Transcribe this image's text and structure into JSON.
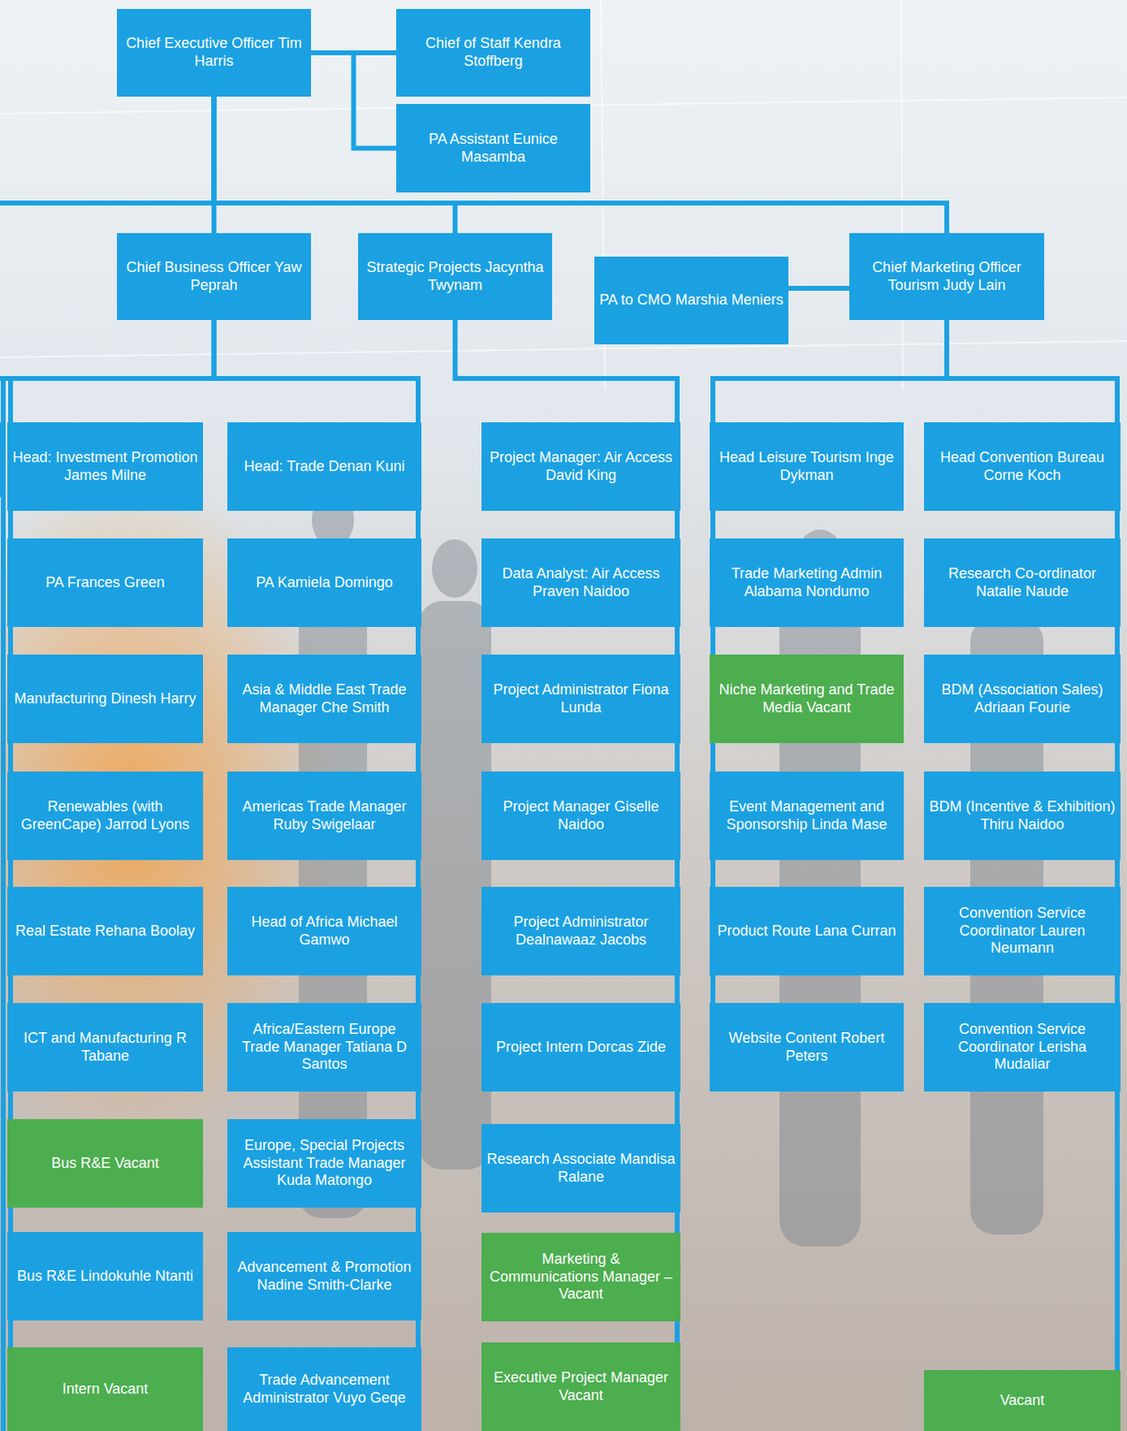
{
  "diagram": {
    "nodes": [
      {
        "text": [
          "Chief Executive Officer Tim Harris"
        ]
      },
      {
        "text": [
          "Chief of Staff Kendra Stoffberg"
        ]
      },
      {
        "text": [
          "PA Assistant Eunice Masamba"
        ]
      },
      {
        "text": [
          "Chief Business Officer Yaw Peprah"
        ]
      },
      {
        "text": [
          "Strategic Projects Jacyntha Twynam"
        ]
      },
      {
        "text": [
          "PA to CMO Marshia Meniers"
        ]
      },
      {
        "text": [
          "Chief Marketing Officer Tourism Judy Lain"
        ]
      },
      {
        "text": [
          "Head: Investment Promotion James Milne"
        ]
      },
      {
        "text": [
          "PA Frances Green"
        ]
      },
      {
        "text": [
          "Manufacturing Dinesh Harry"
        ]
      },
      {
        "text": [
          "Renewables (with GreenCape) Jarrod Lyons"
        ]
      },
      {
        "text": [
          "Real Estate Rehana Boolay"
        ]
      },
      {
        "text": [
          "ICT and Manufacturing R Tabane"
        ]
      },
      {
        "text": [
          "Bus R&E Vacant"
        ]
      },
      {
        "text": [
          "Bus R&E Lindokuhle Ntanti"
        ]
      },
      {
        "text": [
          "Intern Vacant"
        ]
      },
      {
        "text": [
          "Head: Trade Denan Kuni"
        ]
      },
      {
        "text": [
          "PA Kamiela Domingo"
        ]
      },
      {
        "text": [
          "Asia & Middle East Trade Manager Che Smith"
        ]
      },
      {
        "text": [
          "Americas Trade Manager Ruby Swigelaar"
        ]
      },
      {
        "text": [
          "Head of Africa Michael Gamwo"
        ]
      },
      {
        "text": [
          "Africa/Eastern Europe Trade Manager Tatiana D Santos"
        ]
      },
      {
        "text": [
          "Europe, Special Projects Assistant Trade Manager Kuda Matongo"
        ]
      },
      {
        "text": [
          "Advancement & Promotion Nadine Smith-Clarke"
        ]
      },
      {
        "text": [
          "Trade Advancement Administrator Vuyo Geqe"
        ]
      },
      {
        "text": [
          "Project Manager: Air Access David King"
        ]
      },
      {
        "text": [
          "Data Analyst: Air Access Praven Naidoo"
        ]
      },
      {
        "text": [
          "Project Administrator Fiona Lunda"
        ]
      },
      {
        "text": [
          "Project Manager Giselle Naidoo"
        ]
      },
      {
        "text": [
          "Project Administrator Dealnawaaz Jacobs"
        ]
      },
      {
        "text": [
          "Project Intern Dorcas Zide"
        ]
      },
      {
        "text": [
          "Research Associate Mandisa Ralane"
        ]
      },
      {
        "text": [
          "Marketing & Communications Manager – Vacant"
        ]
      },
      {
        "text": [
          "Executive Project Manager Vacant"
        ]
      },
      {
        "text": [
          "Head Leisure Tourism Inge Dykman"
        ]
      },
      {
        "text": [
          "Trade Marketing Admin Alabama Nondumo"
        ]
      },
      {
        "text": [
          "Niche Marketing and Trade Media Vacant"
        ]
      },
      {
        "text": [
          "Event Management and Sponsorship Linda Mase"
        ]
      },
      {
        "text": [
          "Product Route Lana Curran"
        ]
      },
      {
        "text": [
          "Website Content Robert Peters"
        ]
      },
      {
        "text": [
          "Head Convention Bureau Corne Koch"
        ]
      },
      {
        "text": [
          "Research Co-ordinator Natalie Naude"
        ]
      },
      {
        "text": [
          "BDM (Association Sales) Adriaan Fourie"
        ]
      },
      {
        "text": [
          "BDM (Incentive & Exhibition) Thiru Naidoo"
        ]
      },
      {
        "text": [
          "Convention Service Coordinator Lauren Neumann"
        ]
      },
      {
        "text": [
          "Convention Service Coordinator Lerisha Mudaliar"
        ]
      },
      {
        "text": [
          "Vacant"
        ]
      }
    ],
    "edges": [
      {
        "from": 0,
        "to": 1,
        "arrow": "none"
      },
      {
        "from": 0,
        "to": 2,
        "arrow": "none"
      },
      {
        "from": 0,
        "to": 3,
        "arrow": "none"
      },
      {
        "from": 0,
        "to": 4,
        "arrow": "none"
      },
      {
        "from": 0,
        "to": 6,
        "arrow": "none"
      },
      {
        "from": 6,
        "to": 5,
        "arrow": "none"
      },
      {
        "from": 3,
        "to": 7,
        "arrow": "none"
      },
      {
        "from": 3,
        "to": 16,
        "arrow": "none"
      },
      {
        "from": 4,
        "to": 25,
        "arrow": "none"
      },
      {
        "from": 6,
        "to": 34,
        "arrow": "none"
      },
      {
        "from": 6,
        "to": 40,
        "arrow": "none"
      },
      {
        "from": 7,
        "to": 8,
        "arrow": "none"
      },
      {
        "from": 7,
        "to": 9,
        "arrow": "none"
      },
      {
        "from": 7,
        "to": 10,
        "arrow": "none"
      },
      {
        "from": 7,
        "to": 11,
        "arrow": "none"
      },
      {
        "from": 7,
        "to": 12,
        "arrow": "none"
      },
      {
        "from": 7,
        "to": 13,
        "arrow": "none"
      },
      {
        "from": 7,
        "to": 14,
        "arrow": "none"
      },
      {
        "from": 7,
        "to": 15,
        "arrow": "none"
      },
      {
        "from": 16,
        "to": 17,
        "arrow": "none"
      },
      {
        "from": 16,
        "to": 18,
        "arrow": "none"
      },
      {
        "from": 16,
        "to": 19,
        "arrow": "none"
      },
      {
        "from": 16,
        "to": 20,
        "arrow": "none"
      },
      {
        "from": 16,
        "to": 21,
        "arrow": "none"
      },
      {
        "from": 16,
        "to": 22,
        "arrow": "none"
      },
      {
        "from": 16,
        "to": 23,
        "arrow": "none"
      },
      {
        "from": 16,
        "to": 24,
        "arrow": "none"
      },
      {
        "from": 25,
        "to": 26,
        "arrow": "none"
      },
      {
        "from": 25,
        "to": 27,
        "arrow": "none"
      },
      {
        "from": 25,
        "to": 28,
        "arrow": "none"
      },
      {
        "from": 25,
        "to": 29,
        "arrow": "none"
      },
      {
        "from": 25,
        "to": 30,
        "arrow": "none"
      },
      {
        "from": 25,
        "to": 31,
        "arrow": "none"
      },
      {
        "from": 25,
        "to": 32,
        "arrow": "none"
      },
      {
        "from": 25,
        "to": 33,
        "arrow": "none"
      },
      {
        "from": 34,
        "to": 35,
        "arrow": "none"
      },
      {
        "from": 34,
        "to": 36,
        "arrow": "none"
      },
      {
        "from": 34,
        "to": 37,
        "arrow": "none"
      },
      {
        "from": 34,
        "to": 38,
        "arrow": "none"
      },
      {
        "from": 34,
        "to": 39,
        "arrow": "none"
      },
      {
        "from": 40,
        "to": 41,
        "arrow": "none"
      },
      {
        "from": 40,
        "to": 42,
        "arrow": "none"
      },
      {
        "from": 40,
        "to": 43,
        "arrow": "none"
      },
      {
        "from": 40,
        "to": 44,
        "arrow": "none"
      },
      {
        "from": 40,
        "to": 45,
        "arrow": "none"
      },
      {
        "from": 40,
        "to": 46,
        "arrow": "none"
      }
    ]
  }
}
